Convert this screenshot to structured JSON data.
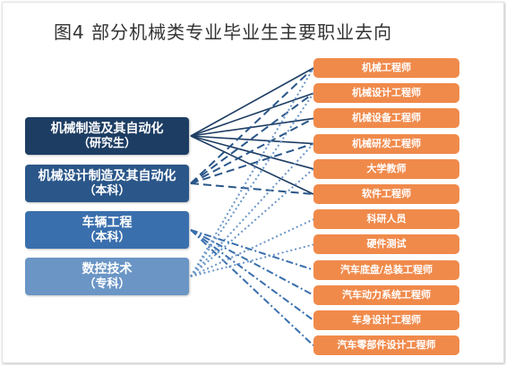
{
  "title": "图4 部分机械类专业毕业生主要职业去向",
  "majors": [
    {
      "name": "机械制造及其自动化",
      "level": "（研究生）",
      "color": "#1d3d63"
    },
    {
      "name": "机械设计制造及其自动化",
      "level": "（本科）",
      "color": "#2a5689"
    },
    {
      "name": "车辆工程",
      "level": "（本科）",
      "color": "#3a6fad"
    },
    {
      "name": "数控技术",
      "level": "（专科）",
      "color": "#6a95c5"
    }
  ],
  "jobs": [
    "机械工程师",
    "机械设计工程师",
    "机械设备工程师",
    "机械研发工程师",
    "大学教师",
    "软件工程师",
    "科研人员",
    "硬件测试",
    "汽车底盘/总装工程师",
    "汽车动力系统工程师",
    "车身设计工程师",
    "汽车零部件设计工程师"
  ],
  "connections": [
    {
      "from": 0,
      "to": [
        0,
        1,
        2,
        3,
        4,
        5
      ],
      "style": "solid"
    },
    {
      "from": 1,
      "to": [
        0,
        1,
        2,
        3,
        5
      ],
      "style": "dashed"
    },
    {
      "from": 2,
      "to": [
        8,
        9,
        10,
        11
      ],
      "style": "dashdot"
    },
    {
      "from": 3,
      "to": [
        0,
        1,
        3,
        4,
        6,
        7
      ],
      "style": "dotted"
    }
  ],
  "colors": {
    "job_box": "#f08a4b",
    "title_text": "#333333"
  }
}
